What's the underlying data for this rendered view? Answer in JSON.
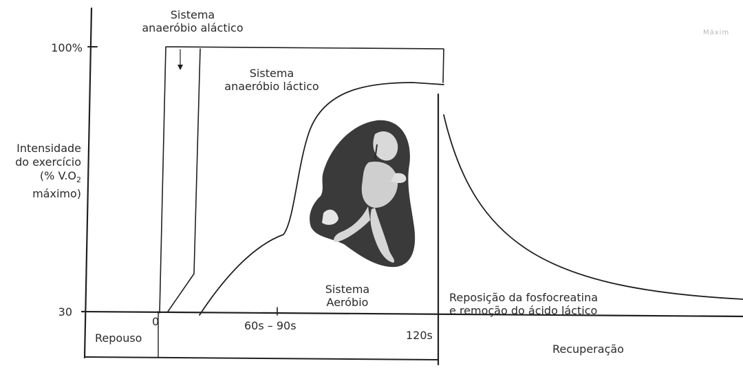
{
  "y_axis": {
    "label_line1": "Intensidade",
    "label_line2": "do exercício",
    "label_line3": "(% V.O",
    "label_subscript": "2",
    "label_line4": "máximo)",
    "tick_top": "100%",
    "tick_bottom": "30"
  },
  "x_axis": {
    "tick_zero": "0",
    "tick_mid": "60s – 90s",
    "tick_end": "120s"
  },
  "phases": {
    "rest": "Repouso",
    "recovery": "Recuperação"
  },
  "systems": {
    "alactic_line1": "Sistema",
    "alactic_line2": "anaeróbio aláctico",
    "lactic_line1": "Sistema",
    "lactic_line2": "anaeróbio láctico",
    "aerobic_line1": "Sistema",
    "aerobic_line2": "Aeróbio"
  },
  "recovery_note": {
    "line1": "Reposição da fosfocreatina",
    "line2": "e remoção do ácido láctico"
  },
  "corner_mark": "Máxim"
}
